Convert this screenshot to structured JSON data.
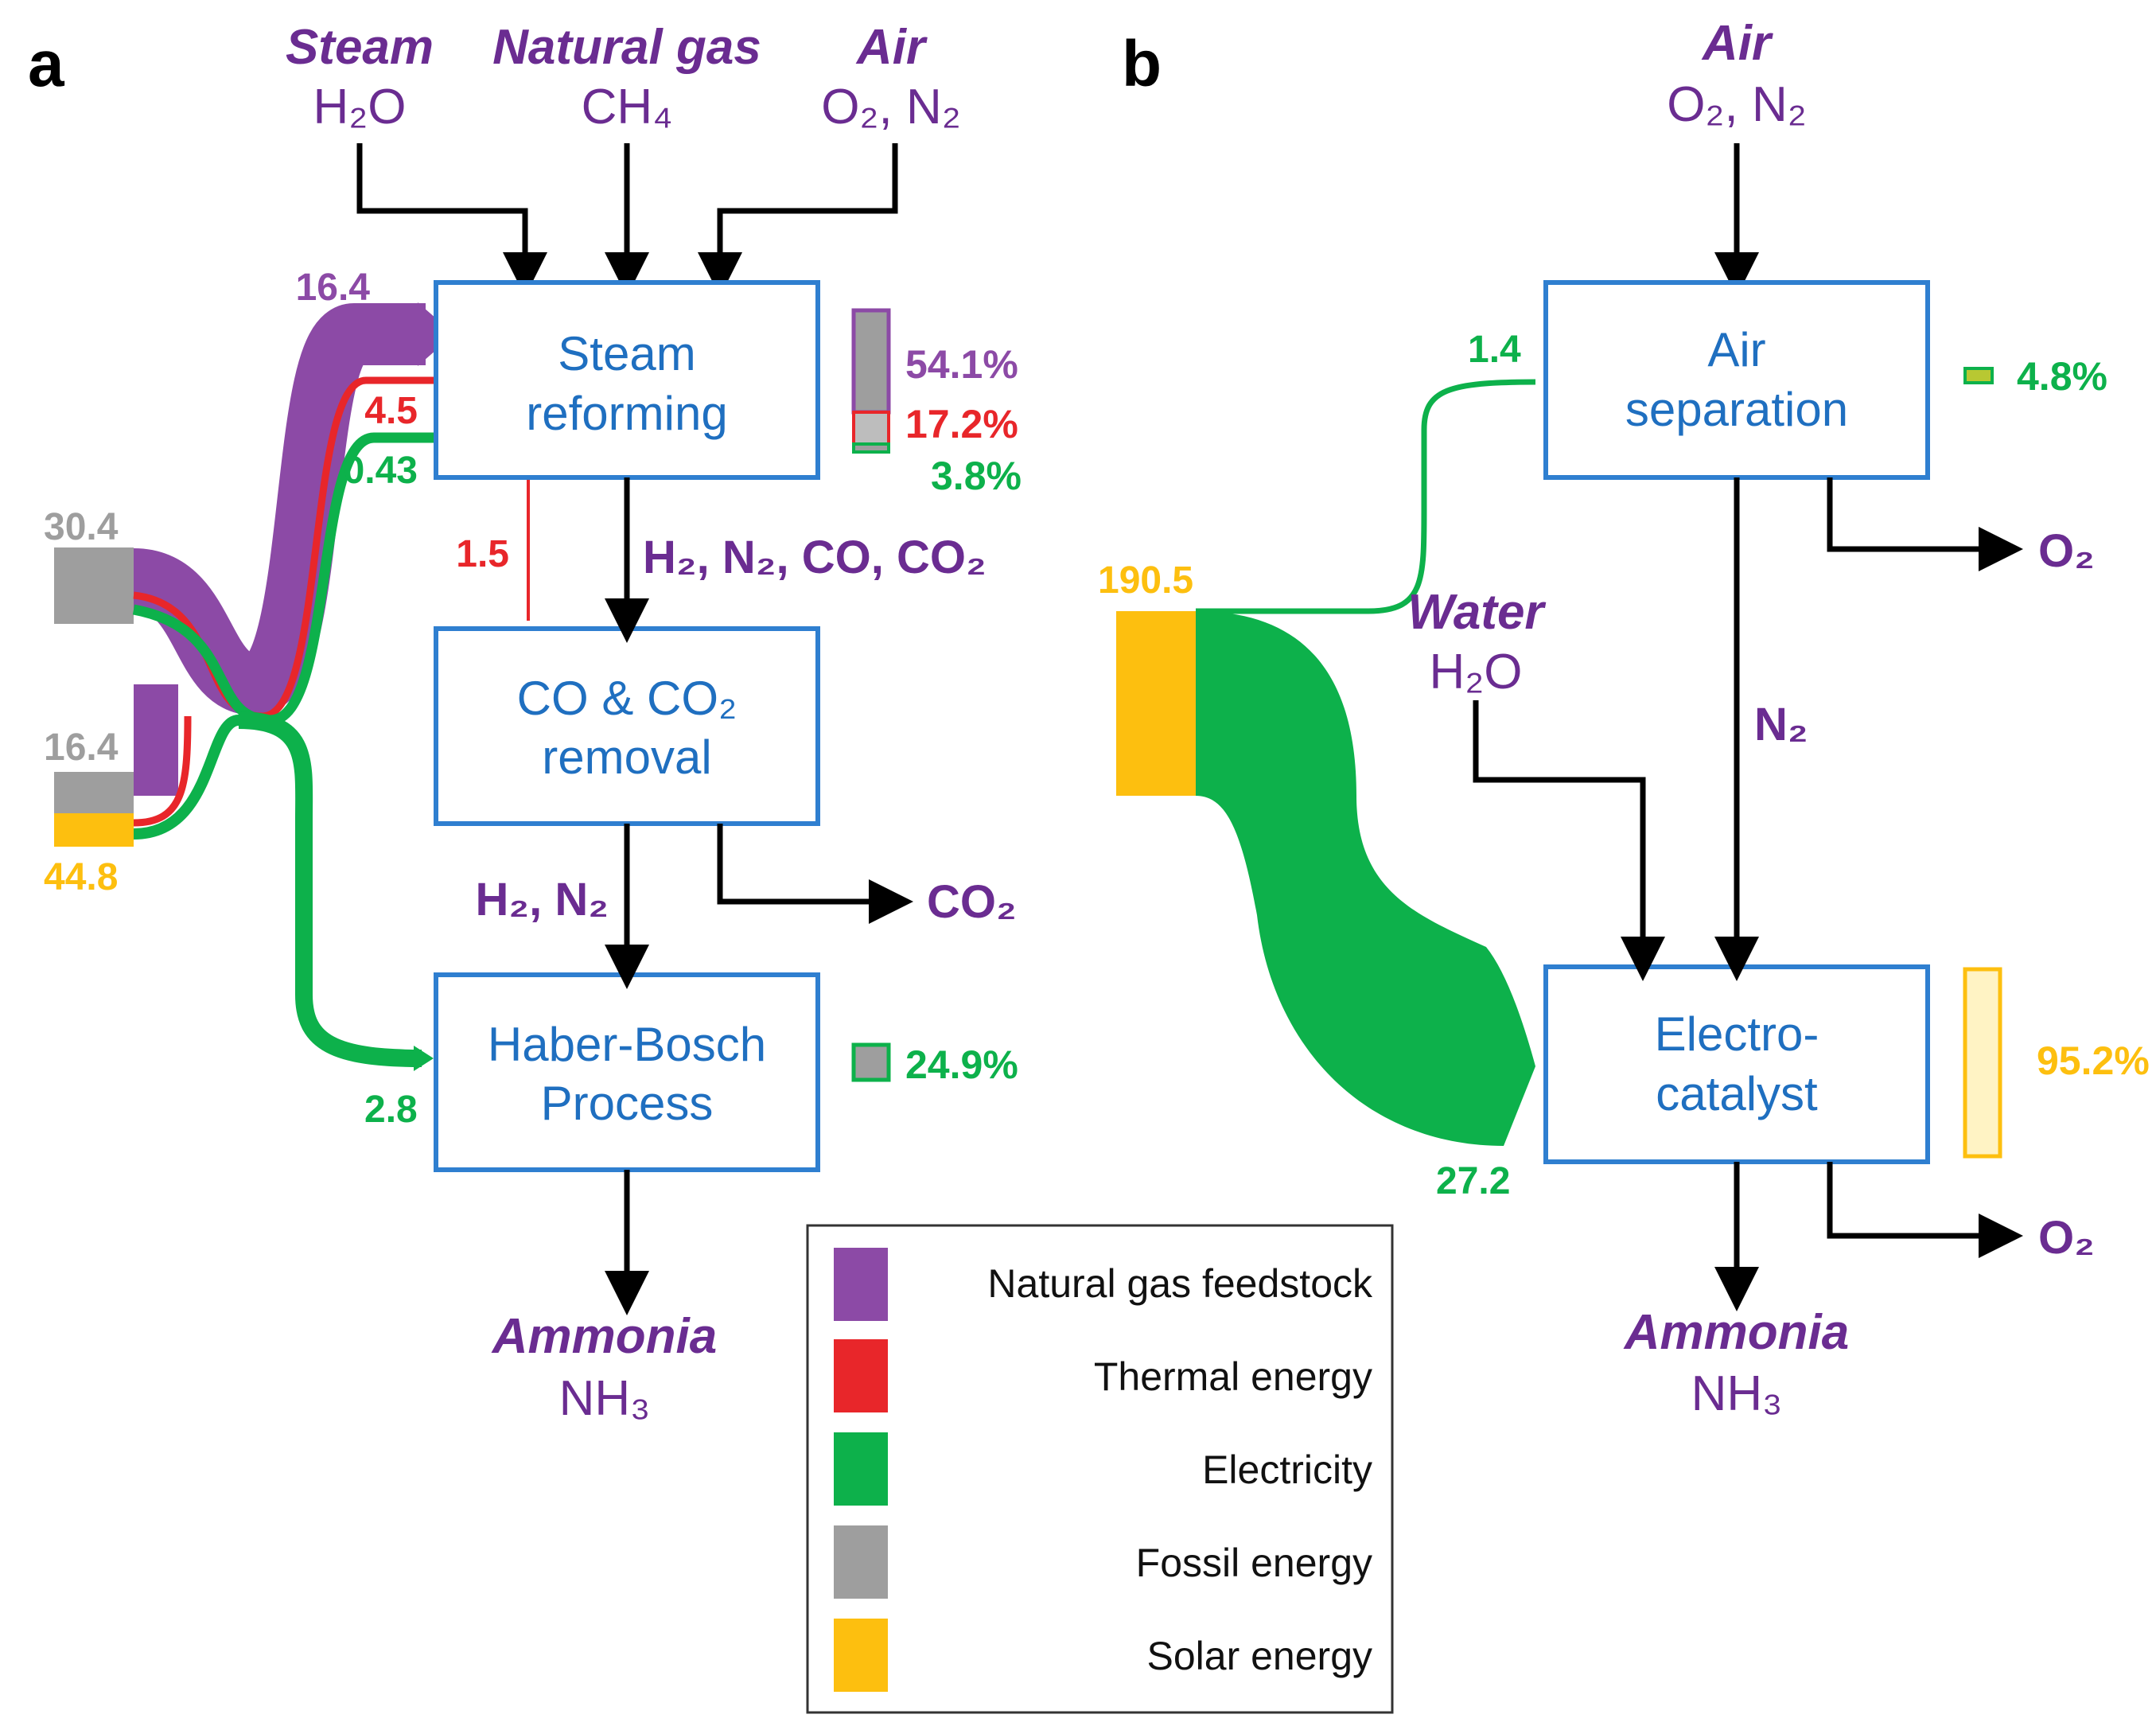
{
  "colors": {
    "natural_gas": "#8c4aa6",
    "thermal": "#e8262a",
    "electricity": "#0db14b",
    "fossil": "#9e9e9e",
    "solar": "#fdbf0f",
    "box_border": "#2f7fd0",
    "process_text": "#1f6fc0",
    "species_text": "#6a2c91"
  },
  "panel_a": {
    "letter": "a",
    "inputs": {
      "steam_name": "Steam",
      "steam_formula": "H₂O",
      "gas_name": "Natural gas",
      "gas_formula": "CH₄",
      "air_name": "Air",
      "air_formula": "O₂, N₂"
    },
    "processes": {
      "reform_l1": "Steam",
      "reform_l2": "reforming",
      "removal_l1": "CO & CO₂",
      "removal_l2": "removal",
      "hb_l1": "Haber-Bosch",
      "hb_l2": "Process"
    },
    "flows": {
      "after_reform": "H₂, N₂, CO, CO₂",
      "after_removal": "H₂, N₂",
      "co2_out": "CO₂"
    },
    "energy_values": {
      "gas_to_reform": "16.4",
      "thermal_to_reform": "4.5",
      "elec_to_reform": "0.43",
      "thermal_to_removal": "1.5",
      "fossil_top": "30.4",
      "fossil_bottom": "16.4",
      "solar": "44.8",
      "elec_to_hb": "2.8"
    },
    "percentages": {
      "reform_gas": "54.1%",
      "reform_thermal": "17.2%",
      "reform_elec": "3.8%",
      "hb": "24.9%"
    },
    "product_name": "Ammonia",
    "product_formula": "NH₃"
  },
  "panel_b": {
    "letter": "b",
    "inputs": {
      "air_name": "Air",
      "air_formula": "O₂, N₂",
      "water_name": "Water",
      "water_formula": "H₂O"
    },
    "processes": {
      "air_sep_l1": "Air",
      "air_sep_l2": "separation",
      "electro_l1": "Electro-",
      "electro_l2": "catalyst"
    },
    "flows": {
      "n2": "N₂",
      "o2_top": "O₂",
      "o2_bottom": "O₂"
    },
    "energy_values": {
      "solar": "190.5",
      "elec_to_air_sep": "1.4",
      "elec_to_electro": "27.2"
    },
    "percentages": {
      "air_sep": "4.8%",
      "electro": "95.2%"
    },
    "product_name": "Ammonia",
    "product_formula": "NH₃"
  },
  "legend": {
    "items": [
      {
        "label": "Natural gas feedstock",
        "color": "#8c4aa6"
      },
      {
        "label": "Thermal energy",
        "color": "#e8262a"
      },
      {
        "label": "Electricity",
        "color": "#0db14b"
      },
      {
        "label": "Fossil energy",
        "color": "#9e9e9e"
      },
      {
        "label": "Solar energy",
        "color": "#fdbf0f"
      }
    ]
  }
}
